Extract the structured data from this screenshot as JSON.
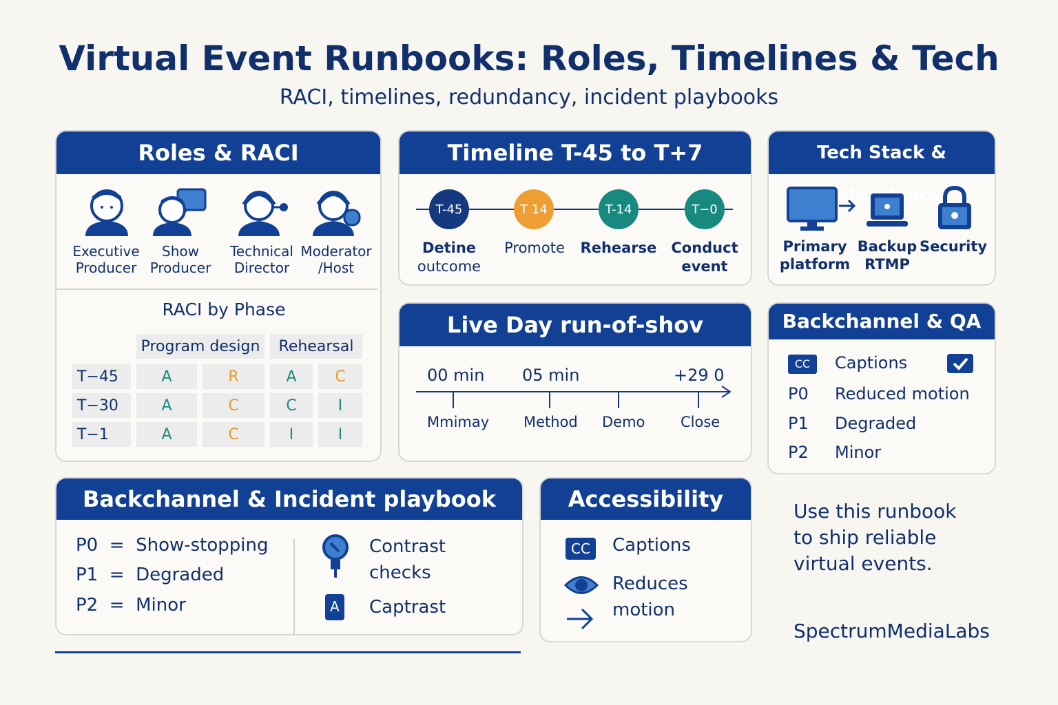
{
  "header": {
    "title": "Virtual Event Runbooks: Roles, Timelines & Tech",
    "subtitle": "RACI, timelines, redundancy, incident playbooks"
  },
  "roles": {
    "title": "Roles & RACI",
    "people": [
      {
        "line1": "Executive",
        "line2": "Producer",
        "icon": "person-icon"
      },
      {
        "line1": "Show",
        "line2": "Producer",
        "icon": "person-chat-icon"
      },
      {
        "line1": "Technical",
        "line2": "Director",
        "icon": "person-headset-icon"
      },
      {
        "line1": "Moderator",
        "line2": "/Host",
        "icon": "person-mic-icon"
      }
    ],
    "raci_title": "RACI by Phase",
    "columns": [
      "Program design",
      "Rehearsal"
    ],
    "rows": [
      {
        "phase": "T−45",
        "cells": [
          "A",
          "R",
          "A",
          "C"
        ]
      },
      {
        "phase": "T−30",
        "cells": [
          "A",
          "C",
          "C",
          "I"
        ]
      },
      {
        "phase": "T−1",
        "cells": [
          "A",
          "C",
          "I",
          "I"
        ]
      }
    ],
    "colors": {
      "A": "#1d8a7e",
      "R": "#e49b2e",
      "C": "#e49b2e",
      "I": "#1d8a7e"
    }
  },
  "timeline": {
    "title": "Timeline T-45 to T+7",
    "steps": [
      {
        "marker": "T-45",
        "label1": "Detine",
        "label2": "outcome",
        "color": "#16387e"
      },
      {
        "marker": "T 14",
        "label1": "Promote",
        "label2": "",
        "color": "#ee9e33"
      },
      {
        "marker": "T-14",
        "label1": "Rehearse",
        "label2": "",
        "color": "#17897e"
      },
      {
        "marker": "T−0",
        "label1": "Conduct",
        "label2": "event",
        "color": "#17897e"
      }
    ]
  },
  "tech": {
    "title": "Tech Stack & redundancy",
    "items": [
      {
        "line1": "Primary",
        "line2": "platform",
        "icon": "monitor-icon"
      },
      {
        "line1": "Backup",
        "line2": "RTMP",
        "icon": "laptop-icon"
      },
      {
        "line1": "Security",
        "line2": "",
        "icon": "lock-icon"
      }
    ]
  },
  "liveday": {
    "title": "Live Day run-of-shov",
    "top_labels": [
      "00 min",
      "05 min",
      "+29 0"
    ],
    "bottom_labels": [
      "Mmimay",
      "Method",
      "Demo",
      "Close"
    ]
  },
  "backqa": {
    "title": "Backchannel & QA",
    "rows": [
      {
        "tag": "CC",
        "label": "Captions"
      },
      {
        "tag": "P0",
        "label": "Reduced motion"
      },
      {
        "tag": "P1",
        "label": "Degraded"
      },
      {
        "tag": "P2",
        "label": "Minor"
      }
    ]
  },
  "incident": {
    "title": "Backchannel & Incident playbook",
    "levels": [
      {
        "code": "P0",
        "eq": "=",
        "desc": "Show-stopping"
      },
      {
        "code": "P1",
        "eq": "=",
        "desc": "Degraded"
      },
      {
        "code": "P2",
        "eq": "=",
        "desc": "Minor"
      }
    ],
    "right": [
      {
        "line1": "Contrast",
        "line2": "checks",
        "icon": "contrast-probe-icon"
      },
      {
        "line1": "Captrast",
        "line2": "",
        "icon": "a-badge-icon",
        "badge": "A"
      }
    ]
  },
  "accessibility": {
    "title": "Accessibility",
    "items": [
      {
        "tag": "CC",
        "line1": "Captions",
        "line2": ""
      },
      {
        "tag": "eye",
        "line1": "Reduces",
        "line2": "motion"
      }
    ]
  },
  "footer": {
    "note": [
      "Use this runbook",
      "to ship reliable",
      "virtual events."
    ],
    "brand": "SpectrumMediaLabs"
  },
  "theme": {
    "primary": "#114094",
    "text": "#11306b",
    "teal": "#17897e",
    "orange": "#ee9e33"
  }
}
